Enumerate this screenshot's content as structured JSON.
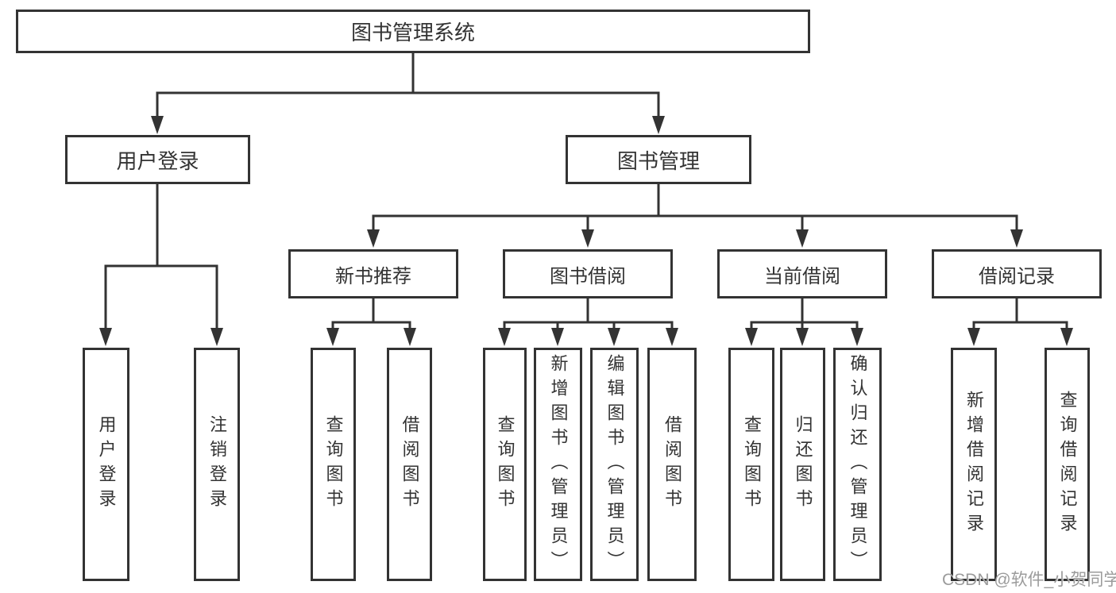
{
  "diagram": {
    "watermark": "CSDN @软件_小贺同学",
    "colors": {
      "background": "#ffffff",
      "line": "#333333",
      "text": "#333333",
      "watermark": "#9b9b9b"
    },
    "tree": {
      "label": "图书管理系统",
      "children": [
        {
          "label": "用户登录",
          "children": [
            {
              "label": "用户登录"
            },
            {
              "label": "注销登录"
            }
          ]
        },
        {
          "label": "图书管理",
          "children": [
            {
              "label": "新书推荐",
              "children": [
                {
                  "label": "查询图书"
                },
                {
                  "label": "借阅图书"
                }
              ]
            },
            {
              "label": "图书借阅",
              "children": [
                {
                  "label": "查询图书"
                },
                {
                  "label": "新增图书（管理员）"
                },
                {
                  "label": "编辑图书（管理员）"
                },
                {
                  "label": "借阅图书"
                }
              ]
            },
            {
              "label": "当前借阅",
              "children": [
                {
                  "label": "查询图书"
                },
                {
                  "label": "归还图书"
                },
                {
                  "label": "确认归还（管理员）"
                }
              ]
            },
            {
              "label": "借阅记录",
              "children": [
                {
                  "label": "新增借阅记录"
                },
                {
                  "label": "查询借阅记录"
                }
              ]
            }
          ]
        }
      ]
    }
  }
}
